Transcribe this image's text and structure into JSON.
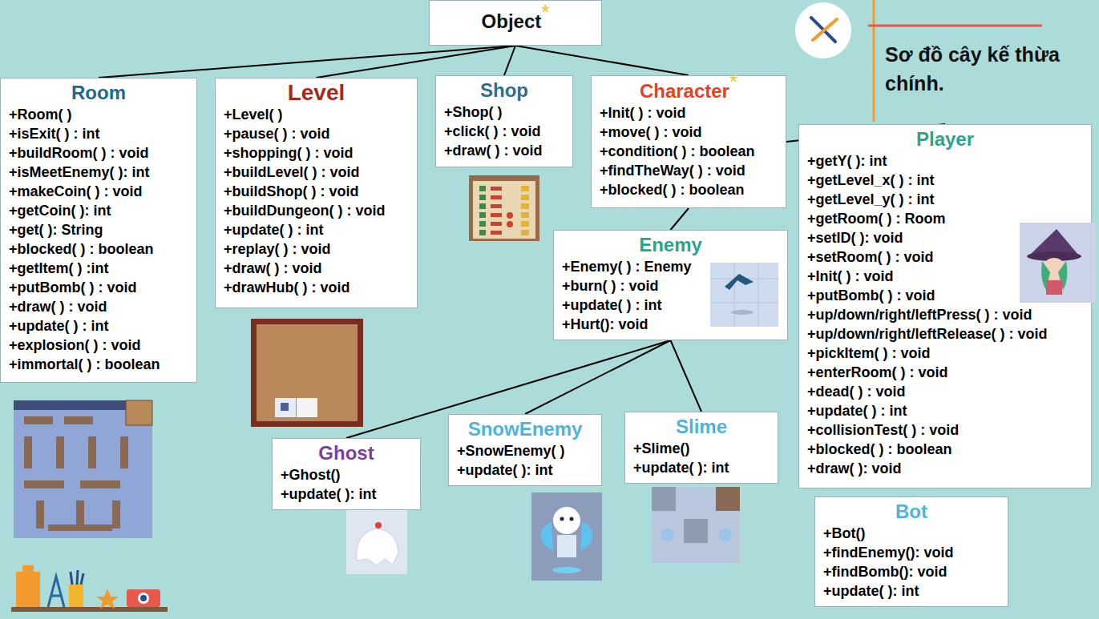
{
  "diagram": {
    "title": "Sơ đồ cây kế thừa chính.",
    "nodes": [
      {
        "text": [
          "Object",
          "*"
        ]
      },
      {
        "text": [
          "Room",
          "+Room( )",
          "+isExit( ) : int",
          "+buildRoom( ) : void",
          "+isMeetEnemy( ): int",
          "+makeCoin( ) : void",
          "+getCoin( ): int",
          "+get( ): String",
          "+blocked( ) : boolean",
          "+getItem( ) :int",
          "+putBomb( ) : void",
          "+draw( ) : void",
          "+update( ) : int",
          "+explosion( ) : void",
          "+immortal( ) : boolean"
        ]
      },
      {
        "text": [
          "Level",
          "+Level( )",
          "+pause( ) : void",
          "+shopping( ) : void",
          "+buildLevel( ) : void",
          "+buildShop( ) : void",
          "+buildDungeon( ) : void",
          "+update( ) : int",
          "+replay( ) : void",
          "+draw( ) : void",
          "+drawHub( ) : void"
        ]
      },
      {
        "text": [
          "Shop",
          "+Shop( )",
          "+click( ) : void",
          "+draw( ) : void"
        ]
      },
      {
        "text": [
          "Character",
          "*",
          "+Init( ) : void",
          "+move( ) : void",
          "+condition( ) : boolean",
          "+findTheWay( ) : void",
          "+blocked( ) : boolean"
        ]
      },
      {
        "text": [
          "Player",
          "+getY( ): int",
          "+getLevel_x( ) : int",
          "+getLevel_y( ) : int",
          "+getRoom( ) : Room",
          "+setID( ): void",
          "+setRoom( ) : void",
          "+Init( ) : void",
          "+putBomb( ) : void",
          "+up/down/right/leftPress( ) : void",
          "+up/down/right/leftRelease( ) : void",
          "+pickItem( ) : void",
          "+enterRoom( ) : void",
          "+dead( ) : void",
          "+update( ) : int",
          "+collisionTest( ) : void",
          "+blocked( ) : boolean",
          "+draw( ): void"
        ]
      },
      {
        "text": [
          "Enemy",
          "+Enemy( ) : Enemy",
          "+burn( ) : void",
          "+update( ) : int",
          "+Hurt(): void"
        ]
      },
      {
        "text": [
          "Ghost",
          "+Ghost()",
          "+update( ): int"
        ]
      },
      {
        "text": [
          "SnowEnemy",
          "+SnowEnemy( )",
          "+update( ): int"
        ]
      },
      {
        "text": [
          "Slime",
          "+Slime()",
          "+update( ): int"
        ]
      },
      {
        "text": [
          "Bot",
          "+Bot()",
          "+findEnemy(): void",
          "+findBomb(): void",
          "+update( ): int"
        ]
      }
    ],
    "edges": [
      {
        "from": 0,
        "to": 1,
        "arrow": "none"
      },
      {
        "from": 0,
        "to": 2,
        "arrow": "none"
      },
      {
        "from": 0,
        "to": 3,
        "arrow": "none"
      },
      {
        "from": 0,
        "to": 4,
        "arrow": "none"
      },
      {
        "from": 4,
        "to": 6,
        "arrow": "none"
      },
      {
        "from": 4,
        "to": 5,
        "arrow": "none"
      },
      {
        "from": 6,
        "to": 7,
        "arrow": "none"
      },
      {
        "from": 6,
        "to": 8,
        "arrow": "none"
      },
      {
        "from": 6,
        "to": 9,
        "arrow": "none"
      }
    ]
  }
}
